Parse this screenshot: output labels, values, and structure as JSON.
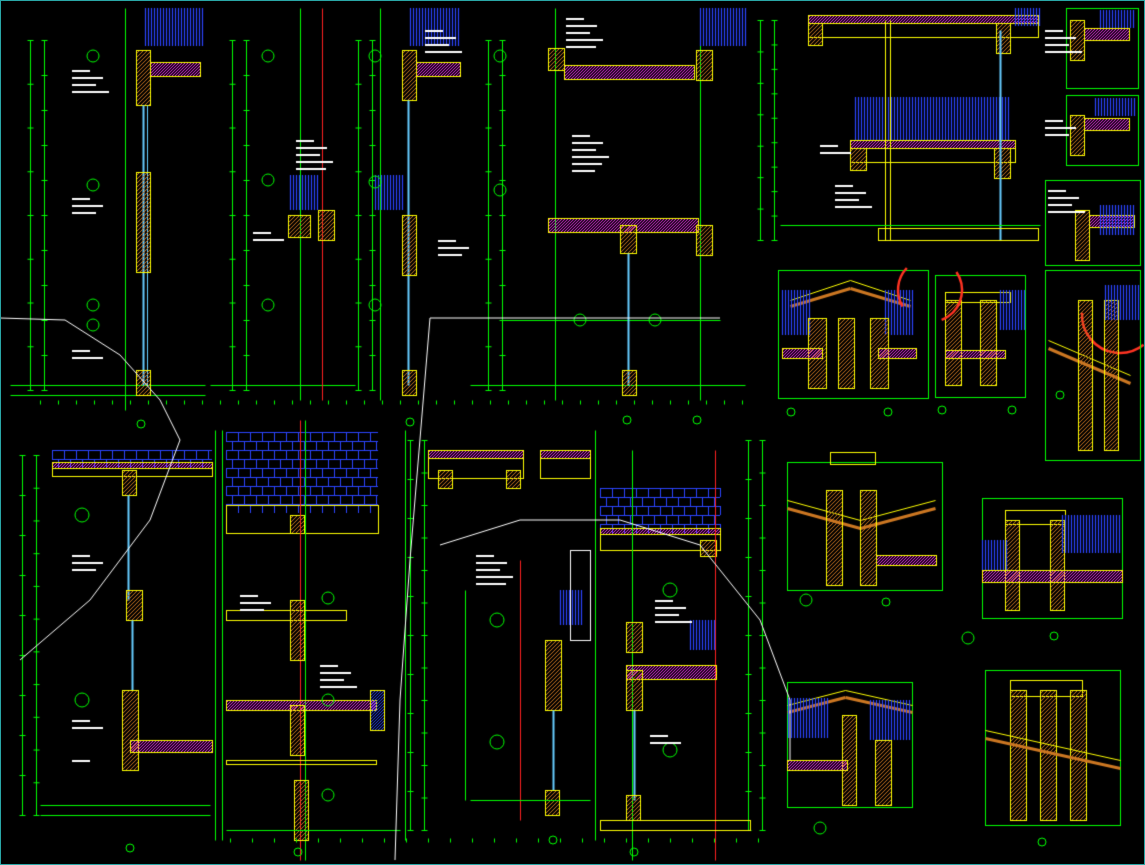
{
  "drawing": {
    "type": "architectural wall section details (CAD model space)",
    "colors": {
      "background": "#000000",
      "grid_axis": "#00ff00",
      "wall_outline": "#ffff00",
      "wall_hatch": "#cc7722",
      "roof_tile_hatch": "#2b44ff",
      "insulation": "#ff33ff",
      "glazing": "#66ccff",
      "axis_red": "#ff2020",
      "text": "#ffffff",
      "callout_circle": "#ff3322",
      "frame": "#2aa7a7"
    },
    "top_row_panels": 6,
    "bottom_row_panels": 5,
    "right_column_detail_groups": 3
  }
}
